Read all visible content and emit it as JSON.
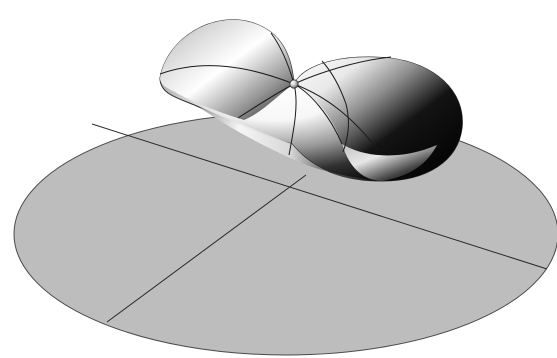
{
  "scene": {
    "background_color": "#ffffff",
    "ground_color": "#b8b8b8",
    "line_color": "#1f1f1f",
    "surface_light": "#ffffff",
    "surface_dark": "#000000",
    "object": "saddle-like-surface",
    "ground": "ellipse-disk",
    "vertex_marker": "small-sphere"
  }
}
